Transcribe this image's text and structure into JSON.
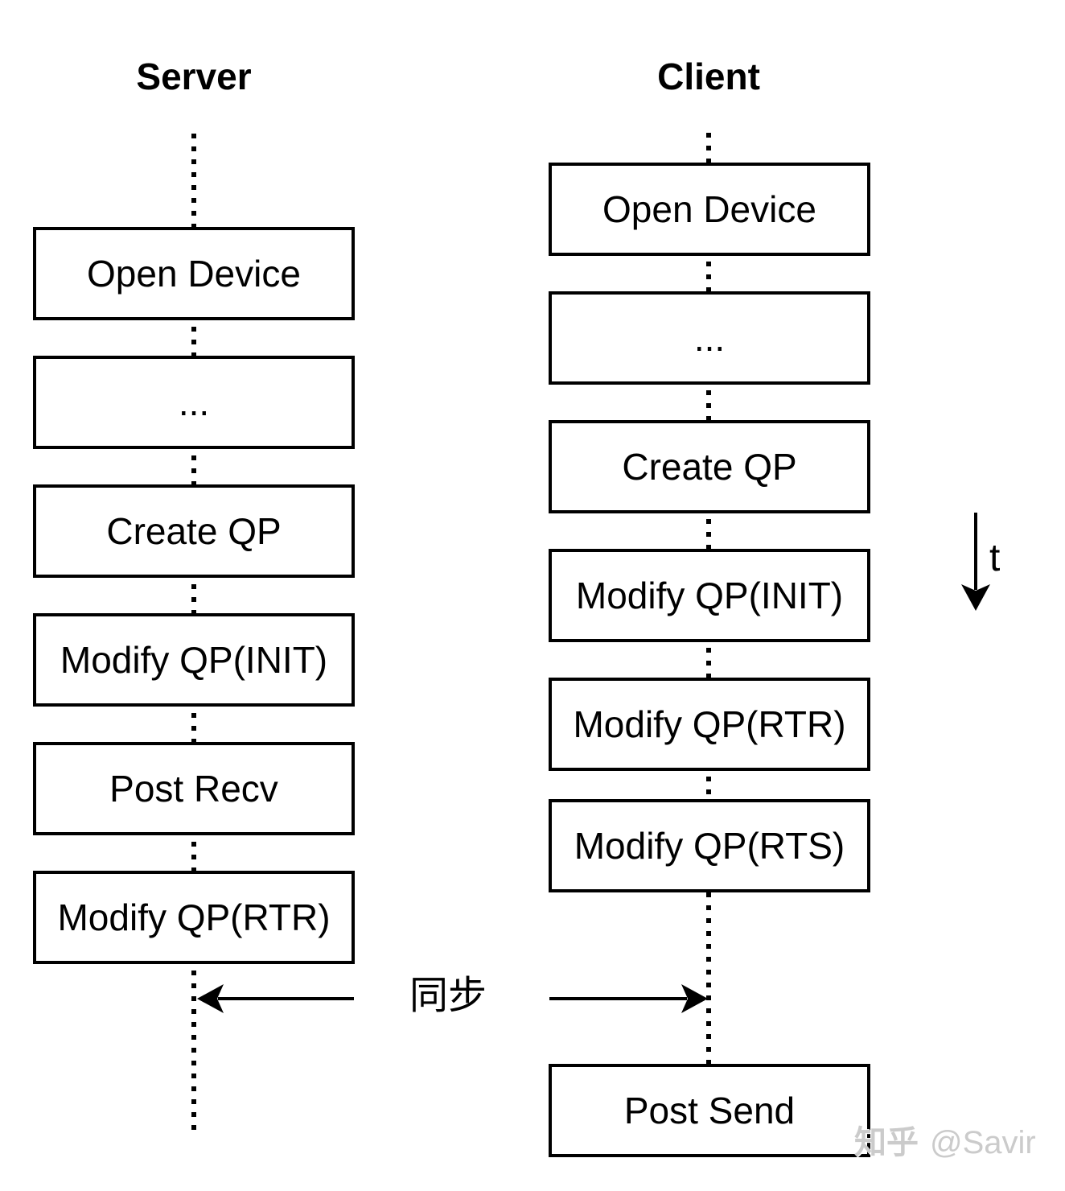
{
  "diagram": {
    "server": {
      "title": "Server",
      "steps": [
        "Open Device",
        "...",
        "Create QP",
        "Modify QP(INIT)",
        "Post Recv",
        "Modify QP(RTR)"
      ]
    },
    "client": {
      "title": "Client",
      "steps": [
        "Open Device",
        "...",
        "Create QP",
        "Modify QP(INIT)",
        "Modify QP(RTR)",
        "Modify QP(RTS)",
        "Post Send"
      ]
    },
    "sync_label": "同步",
    "time_axis_label": "t",
    "watermark": {
      "brand": "知乎",
      "handle": "@Savir"
    },
    "colors": {
      "line": "#000000",
      "background": "#ffffff",
      "watermark": "#cbcbcb"
    }
  }
}
